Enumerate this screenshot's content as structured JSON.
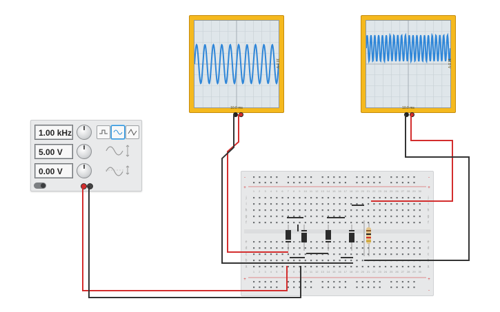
{
  "function_generator": {
    "frequency": "1.00 kHz",
    "amplitude": "5.00 V",
    "dc_offset": "0.00 V",
    "waveforms": [
      "square-wave-icon",
      "sine-wave-icon",
      "triangle-wave-icon"
    ],
    "selected_waveform": "sine",
    "terminal_colors": {
      "positive": "#d32d2d",
      "negative": "#444444"
    }
  },
  "oscilloscope_1": {
    "timebase": "10.0 ms",
    "volts_per_div": "10.0 V",
    "trace_color": "#2f86d8"
  },
  "oscilloscope_2": {
    "timebase": "10.0 ms",
    "volts_per_div": "10.0 V",
    "trace_color": "#2f86d8"
  },
  "breadboard": {
    "row_letters_top": [
      "j",
      "i",
      "h",
      "g",
      "f"
    ],
    "row_letters_bottom": [
      "e",
      "d",
      "c",
      "b",
      "a"
    ],
    "rail_plus": "+",
    "rail_minus": "-"
  },
  "colors": {
    "wire_red": "#d32d2d",
    "wire_black": "#333333",
    "scope_body": "#f5b91e",
    "diode_body": "#2c2c2c",
    "resistor_body": "#e2c38a"
  }
}
